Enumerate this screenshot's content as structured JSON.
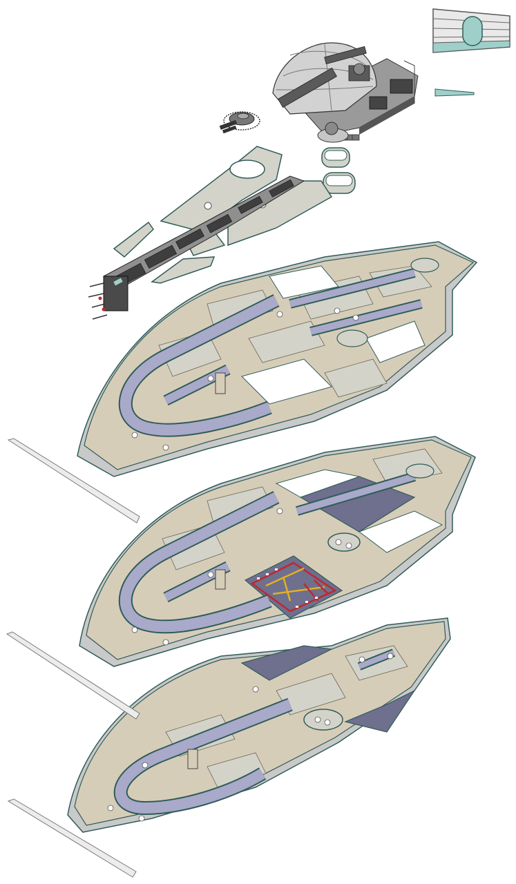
{
  "diagram": {
    "kind": "exploded-isometric-view",
    "labels": []
  },
  "colors": {
    "background": "#ffffff",
    "hull_outline": "#2f5c58",
    "deck_floor": "#d3d3c9",
    "bulkhead_face": "#d6cdb8",
    "corridor": "#a9a9c9",
    "corridor_dark": "#6f6f8e",
    "machinery": "#8f8f8f",
    "machinery_dark": "#3e3e3e",
    "hull_side": "#c9c9c9",
    "keel_strip": "#ececec",
    "marking_red": "#c0272d",
    "marking_yellow": "#e3b120",
    "teal_panel": "#9fcfc9"
  },
  "components": [
    {
      "id": "dome-superstructure"
    },
    {
      "id": "turret"
    },
    {
      "id": "hatch-covers"
    },
    {
      "id": "upper-deck-plating"
    },
    {
      "id": "weapon-spine"
    },
    {
      "id": "deck-level-1"
    },
    {
      "id": "deck-level-2"
    },
    {
      "id": "deck-level-3"
    },
    {
      "id": "keel-strip"
    },
    {
      "id": "hull-section-inset"
    }
  ]
}
